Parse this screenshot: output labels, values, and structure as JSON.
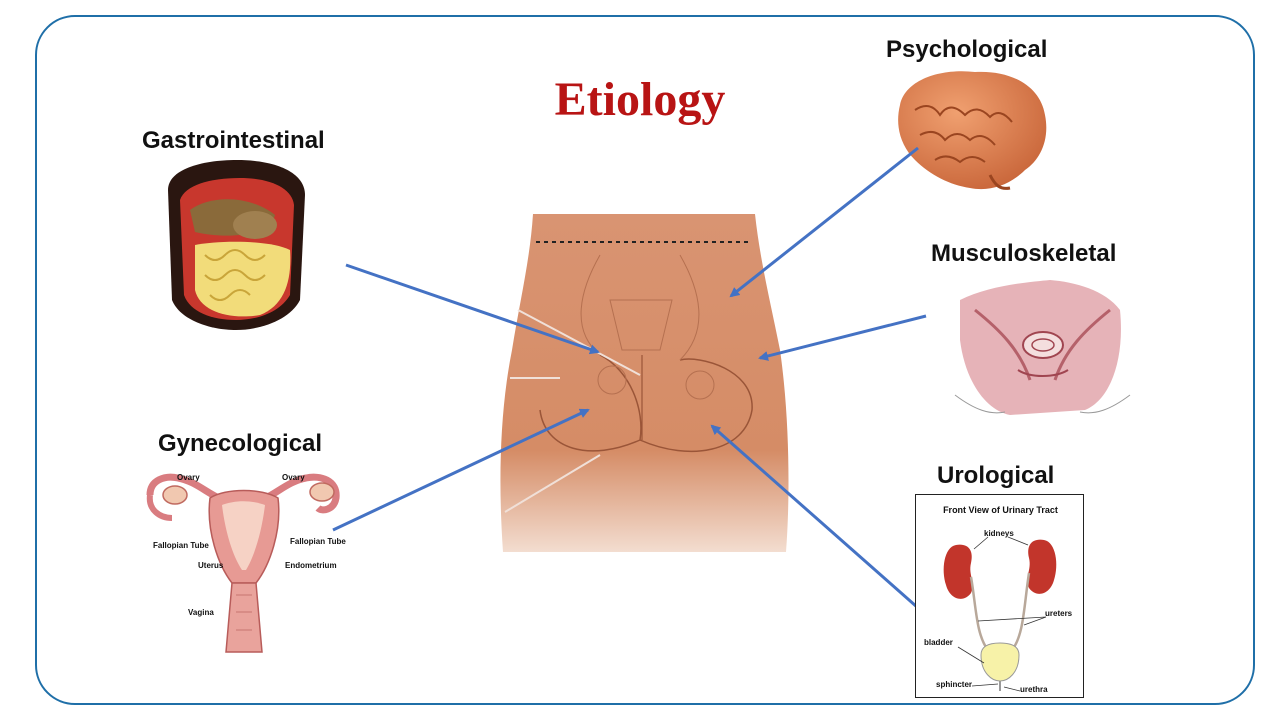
{
  "title": "Etiology",
  "labels": {
    "gastrointestinal": "Gastrointestinal",
    "psychological": "Psychological",
    "musculoskeletal": "Musculoskeletal",
    "gynecological": "Gynecological",
    "urological": "Urological"
  },
  "gyn_parts": {
    "ovary_left": "Ovary",
    "ovary_right": "Ovary",
    "fallopian_left": "Fallopian Tube",
    "fallopian_right": "Fallopian Tube",
    "uterus": "Uterus",
    "endometrium": "Endometrium",
    "vagina": "Vagina"
  },
  "urinary": {
    "title": "Front View of Urinary Tract",
    "kidneys": "kidneys",
    "ureters": "ureters",
    "bladder": "bladder",
    "sphincter": "sphincter",
    "urethra": "urethra"
  },
  "colors": {
    "frame": "#1f6fa8",
    "title": "#b81414",
    "arrow": "#4472c4",
    "skin": "#d9906a"
  }
}
